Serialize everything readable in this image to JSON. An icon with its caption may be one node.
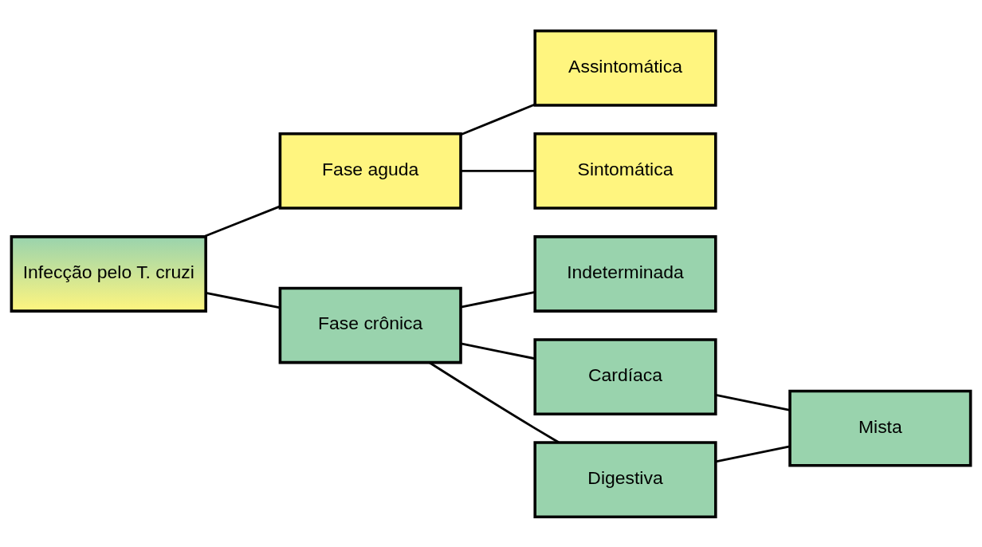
{
  "diagram": {
    "nodes": [
      {
        "text": [
          "Infecção pelo T. cruzi"
        ]
      },
      {
        "text": [
          "Fase aguda"
        ]
      },
      {
        "text": [
          "Assintomática"
        ]
      },
      {
        "text": [
          "Sintomática"
        ]
      },
      {
        "text": [
          "Fase crônica"
        ]
      },
      {
        "text": [
          "Indeterminada"
        ]
      },
      {
        "text": [
          "Cardíaca"
        ]
      },
      {
        "text": [
          "Digestiva"
        ]
      },
      {
        "text": [
          "Mista"
        ]
      }
    ],
    "edges": [
      {
        "from": 0,
        "to": 1,
        "arrow": "none"
      },
      {
        "from": 0,
        "to": 4,
        "arrow": "none"
      },
      {
        "from": 1,
        "to": 2,
        "arrow": "none"
      },
      {
        "from": 1,
        "to": 3,
        "arrow": "none"
      },
      {
        "from": 4,
        "to": 5,
        "arrow": "none"
      },
      {
        "from": 4,
        "to": 6,
        "arrow": "none"
      },
      {
        "from": 4,
        "to": 7,
        "arrow": "none"
      },
      {
        "from": 6,
        "to": 8,
        "arrow": "none"
      },
      {
        "from": 7,
        "to": 8,
        "arrow": "none"
      }
    ]
  }
}
